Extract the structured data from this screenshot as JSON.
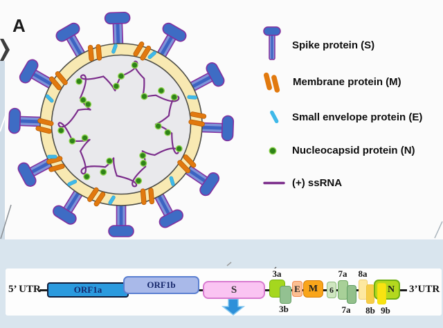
{
  "panel_label": "A",
  "legend": {
    "items": [
      {
        "icon": "spike-icon",
        "label": "Spike protein (S)"
      },
      {
        "icon": "membrane-icon",
        "label": "Membrane protein (M)"
      },
      {
        "icon": "envelope-icon",
        "label": "Small envelope protein (E)"
      },
      {
        "icon": "nucleocapsid-icon",
        "label": "Nucleocapsid protein (N)"
      },
      {
        "icon": "ssrna-icon",
        "label": "(+) ssRNA"
      }
    ]
  },
  "virus": {
    "colors": {
      "outline": "#4c4c46",
      "envelope_ring": "#f8e9b2",
      "interior": "#e9e9ec",
      "spike_stalk": "#7e93d9",
      "spike_stripe": "#3c63c2",
      "spike_head": "#3e6cc4",
      "spike_outline": "#822f9e",
      "membrane": "#e1790e",
      "membrane_outline": "#b85c04",
      "envelope_protein": "#3fb9e9",
      "envelope_protein_outline": "#2a9ed0",
      "nucleocapsid": "#2f8318",
      "nucleocapsid_ring": "#8ed44e",
      "rna": "#7b2d8b"
    }
  },
  "genome": {
    "utr5": "5’ UTR",
    "utr3": "3’UTR",
    "line_color": "#1c1c1c",
    "arrow_fill": "#2d90d9",
    "arrow_stroke": "#85c8f0",
    "segments": [
      {
        "id": "orf1a",
        "label": "ORF1a",
        "label_pos": "inside",
        "fill": "#2b9ade",
        "border": "#101c3a",
        "text": "#16276b"
      },
      {
        "id": "orf1b",
        "label": "ORF1b",
        "label_pos": "inside",
        "fill": "#a9b9e9",
        "border": "#5b7fd1",
        "text": "#16276b"
      },
      {
        "id": "s",
        "label": "S",
        "label_pos": "inside",
        "fill": "#fac4f2",
        "border": "#d87ad0",
        "text": "#333333"
      },
      {
        "id": "seg3a",
        "label": "3a",
        "label_pos": "above",
        "fill": "#a5d71e",
        "border": "#76b30a",
        "text": "#141414"
      },
      {
        "id": "seg3b",
        "label": "3b",
        "label_pos": "below",
        "fill": "#93c191",
        "border": "#67a065",
        "text": "#141414"
      },
      {
        "id": "e",
        "label": "E",
        "label_pos": "inside",
        "fill": "#fcbf92",
        "border": "#f08c52",
        "text": "#222222"
      },
      {
        "id": "m",
        "label": "M",
        "label_pos": "inside",
        "fill": "#f9a51a",
        "border": "#d57f0a",
        "text": "#1f1f1f"
      },
      {
        "id": "seg6",
        "label": "6",
        "label_pos": "inside",
        "fill": "#cfe6c0",
        "border": "#8cb97a",
        "text": "#1f1f1f"
      },
      {
        "id": "seg7aT",
        "label": "7a",
        "label_pos": "above",
        "fill": "#a8d098",
        "border": "#6fa85e",
        "text": "#141414"
      },
      {
        "id": "seg7aB",
        "label": "7a",
        "label_pos": "below",
        "fill": "#93c08b",
        "border": "#5f9c63",
        "text": "#141414"
      },
      {
        "id": "seg8a",
        "label": "8a",
        "label_pos": "above",
        "fill": "#fde8a0",
        "border": "#edcb6e",
        "text": "#141414"
      },
      {
        "id": "seg8b",
        "label": "8b",
        "label_pos": "below",
        "fill": "#f6cd49",
        "border": "#f0c23a",
        "text": "#141414"
      },
      {
        "id": "n",
        "label": "N",
        "label_pos": "inside",
        "fill": "#b4d81e",
        "border": "#6fae12",
        "text": "#1f1f1f"
      },
      {
        "id": "seg9b",
        "label": "9b",
        "label_pos": "below",
        "fill": "#f8e312",
        "border": "#f2dc10",
        "text": "#141414"
      }
    ]
  }
}
